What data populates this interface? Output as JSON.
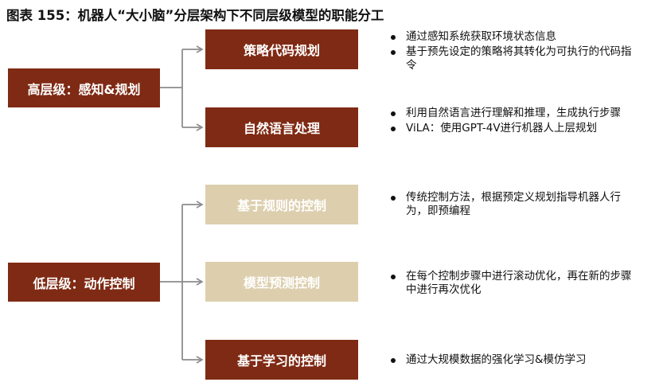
{
  "title": "图表 155：机器人“大小脑”分层架构下不同层级模型的职能分工",
  "levels": [
    {
      "label": "高层级：感知&规划",
      "children": [
        {
          "label": "策略代码规划",
          "bullets": [
            "通过感知系统获取环境状态信息",
            "基于预先设定的策略将其转化为可执行的代码指令"
          ]
        },
        {
          "label": "自然语言处理",
          "bullets": [
            "利用自然语言进行理解和推理，生成执行步骤",
            "ViLA：使用GPT-4V进行机器人上层规划"
          ]
        }
      ]
    },
    {
      "label": "低层级：动作控制",
      "children": [
        {
          "label": "基于规则的控制",
          "bullets": [
            "传统控制方法，根据预定义规划指导机器人行为，即预编程"
          ]
        },
        {
          "label": "模型预测控制",
          "bullets": [
            "在每个控制步骤中进行滚动优化，再在新的步骤中进行再次优化"
          ]
        },
        {
          "label": "基于学习的控制",
          "bullets": [
            "通过大规模数据的强化学习&模仿学习"
          ]
        }
      ]
    }
  ],
  "colors": {
    "dark_box": "#7f2a14",
    "light_box": "#ddcfae",
    "connector": "#8c8c8c"
  }
}
